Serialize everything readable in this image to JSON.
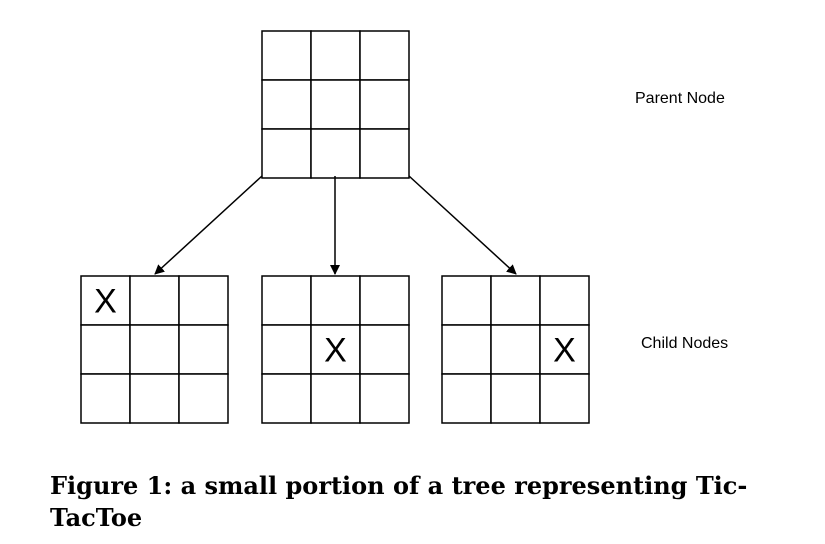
{
  "labels": {
    "parent_node": "Parent Node",
    "child_nodes": "Child Nodes"
  },
  "boards": {
    "parent": [
      "",
      "",
      "",
      "",
      "",
      "",
      "",
      "",
      ""
    ],
    "children": [
      [
        "X",
        "",
        "",
        "",
        "",
        "",
        "",
        "",
        ""
      ],
      [
        "",
        "",
        "",
        "",
        "X",
        "",
        "",
        "",
        ""
      ],
      [
        "",
        "",
        "",
        "",
        "",
        "X",
        "",
        "",
        ""
      ]
    ]
  },
  "caption": {
    "line1": "Figure 1: a small portion of a tree representing Tic-",
    "line2": "TacToe"
  }
}
